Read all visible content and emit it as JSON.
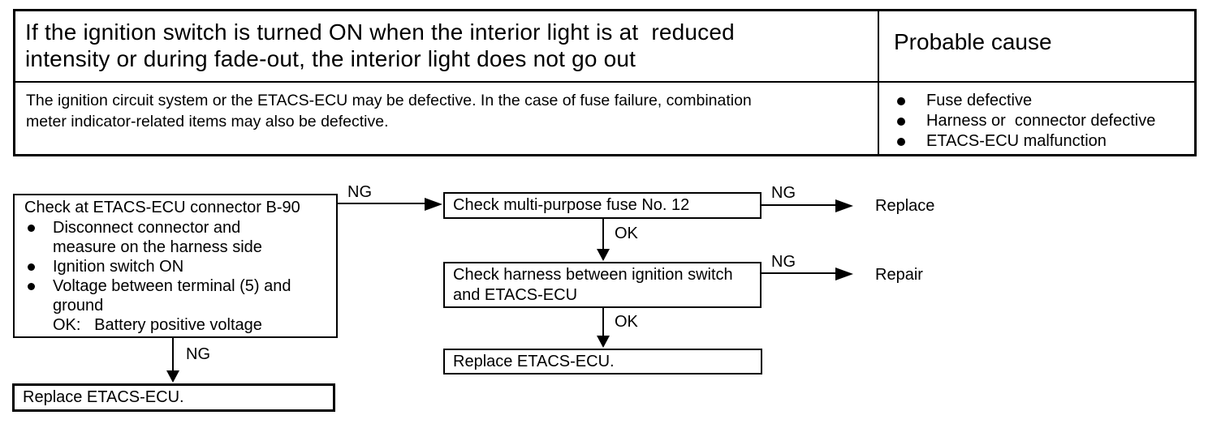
{
  "table": {
    "symptom_title": "If the ignition switch is turned ON when the interior light is at  reduced\nintensity or during fade-out, the interior light does not go out",
    "probable_cause_header": "Probable cause",
    "comment": "The ignition circuit system or the ETACS-ECU may be defective. In the case of fuse failure, combination\nmeter indicator-related items may also be defective.",
    "probable_causes": [
      "Fuse defective",
      "Harness or  connector defective",
      "ETACS-ECU malfunction"
    ]
  },
  "flowchart": {
    "start_box": {
      "title": "Check at ETACS-ECU connector B-90",
      "items": [
        "Disconnect connector and\nmeasure on the harness side",
        "Ignition switch ON",
        "Voltage between terminal (5) and\nground\nOK:   Battery positive voltage"
      ]
    },
    "fuse_box": {
      "label": "Check multi-purpose fuse No. 12"
    },
    "harness_box": {
      "label": "Check harness between ignition switch\nand ETACS-ECU"
    },
    "replace_ecu_mid_box": {
      "label": "Replace ETACS-ECU."
    },
    "replace_ecu_left_box": {
      "label": "Replace ETACS-ECU."
    },
    "arrows": [
      {
        "id": "start-to-fuse",
        "label": "NG"
      },
      {
        "id": "fuse-to-replace",
        "label": "NG",
        "result": "Replace"
      },
      {
        "id": "fuse-to-harness",
        "label": "OK"
      },
      {
        "id": "harness-to-repair",
        "label": "NG",
        "result": "Repair"
      },
      {
        "id": "harness-to-replace",
        "label": "OK"
      },
      {
        "id": "start-to-replace",
        "label": "NG"
      }
    ]
  },
  "colors": {
    "ink": "#000000",
    "background": "#ffffff"
  }
}
